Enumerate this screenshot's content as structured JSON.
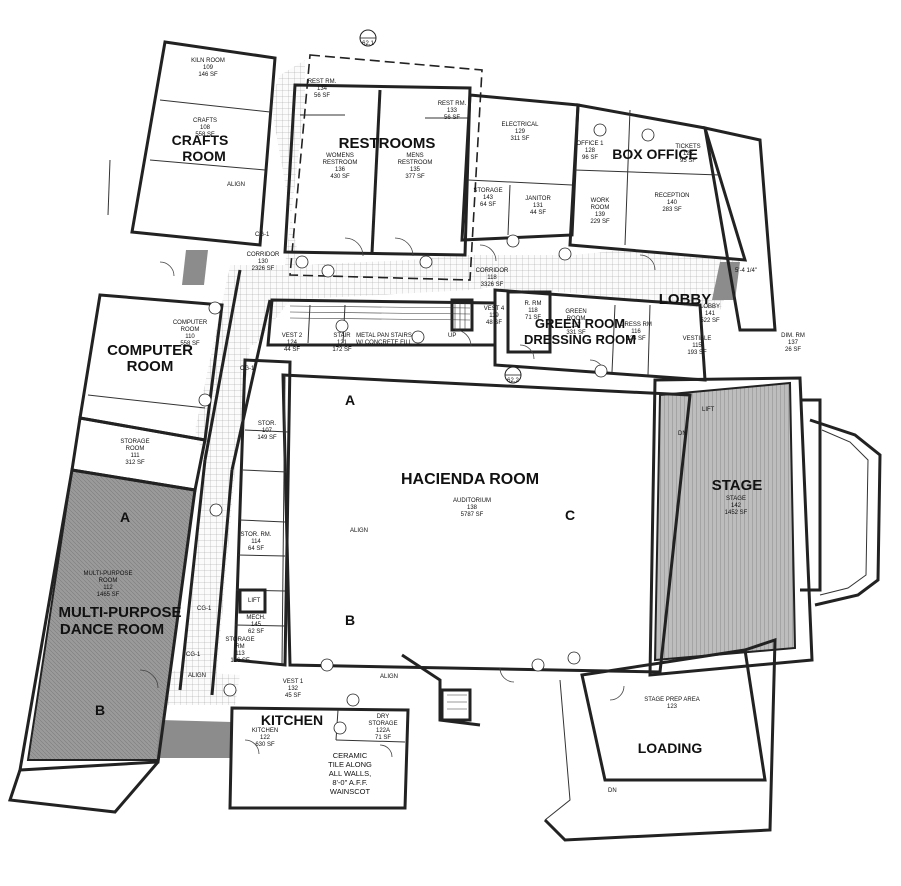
{
  "labels": {
    "crafts": "CRAFTS",
    "crafts_room": "ROOM",
    "restrooms": "RESTROOMS",
    "box_office": "BOX OFFICE",
    "lobby": "LOBBY",
    "computer": "COMPUTER",
    "computer_room": "ROOM",
    "green_room": "GREEN ROOM",
    "dressing_room": "DRESSING ROOM",
    "hacienda_room": "HACIENDA ROOM",
    "stage": "STAGE",
    "multi_purpose": "MULTI-PURPOSE",
    "dance_room": "DANCE ROOM",
    "kitchen": "KITCHEN",
    "loading": "LOADING",
    "zone_a_hacienda": "A",
    "zone_b_hacienda": "B",
    "zone_c_hacienda": "C",
    "zone_a_mp": "A",
    "zone_b_mp": "B"
  },
  "rooms": {
    "kiln": [
      "KILN ROOM",
      "109",
      "146 SF"
    ],
    "crafts_tag": [
      "CRAFTS",
      "108",
      "558 SF"
    ],
    "rest_rm_1": [
      "REST RM.",
      "134",
      "56 SF"
    ],
    "rest_rm_2": [
      "REST RM.",
      "133",
      "56 SF"
    ],
    "womens": [
      "WOMENS",
      "RESTROOM",
      "136",
      "430 SF"
    ],
    "mens": [
      "MENS",
      "RESTROOM",
      "135",
      "377 SF"
    ],
    "electrical": [
      "ELECTRICAL",
      "129",
      "311 SF"
    ],
    "office": [
      "OFFICE 1",
      "128",
      "96 SF"
    ],
    "tickets": [
      "TICKETS",
      "127",
      "95 SF"
    ],
    "work_room": [
      "WORK",
      "ROOM",
      "139",
      "229 SF"
    ],
    "reception": [
      "RECEPTION",
      "140",
      "283 SF"
    ],
    "storage_top": [
      "STORAGE",
      "143",
      "64 SF"
    ],
    "janitor": [
      "JANITOR",
      "131",
      "44 SF"
    ],
    "corridor_left": [
      "CORRIDOR",
      "130",
      "2326 SF"
    ],
    "corridor_top": [
      "CORRIDOR",
      "118",
      "3326 SF"
    ],
    "lobby_tag": [
      "LOBBY",
      "141",
      "522 SF"
    ],
    "computer_tag": [
      "COMPUTER",
      "ROOM",
      "110",
      "558 SF"
    ],
    "vest2": [
      "VEST 2",
      "124",
      "44 SF"
    ],
    "stair": [
      "STAIR",
      "121",
      "172 SF"
    ],
    "vest4": [
      "VEST 4",
      "119",
      "48 SF"
    ],
    "r_rm": [
      "R. RM",
      "118",
      "71 SF"
    ],
    "green_tag": [
      "GREEN",
      "ROOM",
      "117",
      "331 SF"
    ],
    "dress_rm": [
      "DRESS RM",
      "116",
      "124 SF"
    ],
    "vestible": [
      "VESTIBLE",
      "115",
      "193 SF"
    ],
    "dim_rm": [
      "DIM. RM",
      "137",
      "26 SF"
    ],
    "storage_room": [
      "STORAGE",
      "ROOM",
      "111",
      "312 SF"
    ],
    "stor_107": [
      "STOR.",
      "107",
      "149 SF"
    ],
    "stor_rm": [
      "STOR. RM.",
      "114",
      "64 SF"
    ],
    "auditorium": [
      "AUDITORIUM",
      "138",
      "5787 SF"
    ],
    "stage_tag": [
      "STAGE",
      "142",
      "1452 SF"
    ],
    "mp_tag": [
      "MULTI-PURPOSE",
      "ROOM",
      "112",
      "1465 SF"
    ],
    "mech": [
      "MECH.",
      "145",
      "62 SF"
    ],
    "storage_rm": [
      "STORAGE",
      "RM",
      "113",
      "126 SF"
    ],
    "vest1": [
      "VEST 1",
      "132",
      "45 SF"
    ],
    "kitchen_tag": [
      "KITCHEN",
      "122",
      "630 SF"
    ],
    "dry_storage": [
      "DRY",
      "STORAGE",
      "122A",
      "71 SF"
    ],
    "stage_prep": [
      "STAGE PREP AREA",
      "123"
    ]
  },
  "notes": {
    "metal_pan": [
      "METAL PAN STAIRS",
      "W/ CONCRETE FILL"
    ],
    "ceramic": [
      "CERAMIC",
      "TILE ALONG",
      "ALL WALLS,",
      "8'-0\" A.F.F.",
      "WAINSCOT"
    ],
    "cg1": "CG-1",
    "align": "ALIGN",
    "lift": "LIFT",
    "up": "UP",
    "dn": "DN",
    "marker_top": "62.1",
    "marker_mid": "62.2",
    "lobby_dim": "5'-4 1/4\""
  }
}
